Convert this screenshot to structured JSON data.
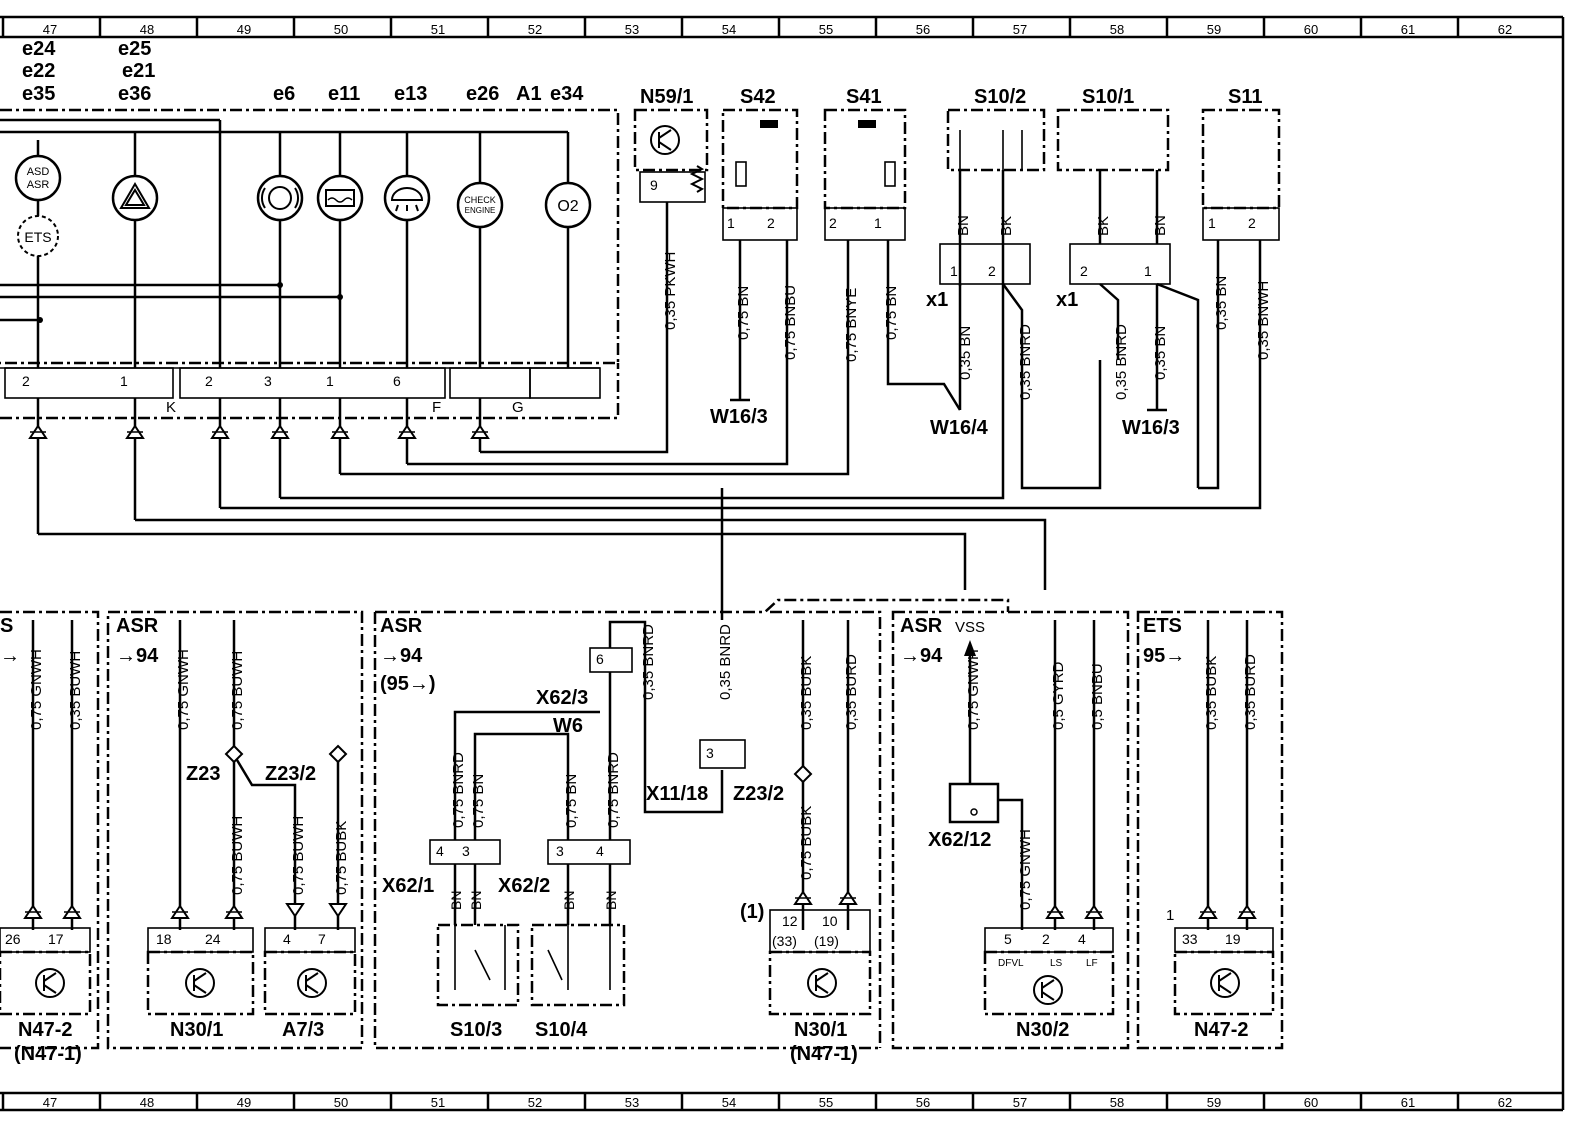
{
  "ruler": {
    "top": [
      "47",
      "48",
      "49",
      "50",
      "51",
      "52",
      "53",
      "54",
      "55",
      "56",
      "57",
      "58",
      "59",
      "60",
      "61",
      "62"
    ],
    "bottom": [
      "47",
      "48",
      "49",
      "50",
      "51",
      "52",
      "53",
      "54",
      "55",
      "56",
      "57",
      "58",
      "59",
      "60",
      "61",
      "62"
    ]
  },
  "cluster": {
    "refs": {
      "e24": "e24",
      "e22": "e22",
      "e35": "e35",
      "e25": "e25",
      "e21": "e21",
      "e36": "e36",
      "e6": "e6",
      "e11": "e11",
      "e13": "e13",
      "e26": "e26",
      "A1": "A1",
      "e34": "e34"
    },
    "lamps": {
      "asd_asr_top": "ASD",
      "asd_asr_bot": "ASR",
      "ets": "ETS",
      "check_top": "CHECK",
      "check_bot": "ENGINE",
      "o2": "O2"
    },
    "pins": [
      "2",
      "1",
      "2",
      "3",
      "1",
      "6"
    ],
    "connector_letters": {
      "k": "K",
      "f": "F",
      "g": "G"
    }
  },
  "components": {
    "n59_1": "N59/1",
    "s42": "S42",
    "s41": "S41",
    "s10_2": "S10/2",
    "s10_1": "S10/1",
    "s11": "S11",
    "w16_3a": "W16/3",
    "w16_4": "W16/4",
    "w16_3b": "W16/3",
    "x1a": "x1",
    "x1b": "x1",
    "n59_pin": "9",
    "s42_p1": "1",
    "s42_p2": "2",
    "s41_p2": "2",
    "s41_p1": "1",
    "x1a_p1": "1",
    "x1a_p2": "2",
    "x1b_p2": "2",
    "x1b_p1": "1",
    "s11_p1": "1",
    "s11_p2": "2"
  },
  "wires_top": {
    "n59": "0,35 PKWH",
    "s42_1": "0,75 BN",
    "s42_2": "0,75 BNBU",
    "s41_2": "0,75 BNYE",
    "s41_1": "0,75 BN",
    "s10_2_bn": "BN",
    "s10_2_bk": "BK",
    "s10_1_bk": "BK",
    "s10_1_bn": "BN",
    "w16_4_bn": "0,35 BN",
    "x1a_bnrd": "0,35 BNRD",
    "x1b_bnrd": "0,35 BNRD",
    "x1b_bn": "0,35 BN",
    "s11_bn": "0,35 BN",
    "s11_bnwh": "0,35 BNWH"
  },
  "lower": {
    "box1": {
      "hdr": "S",
      "arrow": "→",
      "w1": "0,75 GNWH",
      "w2": "0,35 BUWH",
      "p1": "26",
      "p2": "17",
      "name": "N47-2",
      "name2": "(N47-1)"
    },
    "box2": {
      "hdr": "ASR",
      "ref": "→94",
      "w1": "0,75 GNWH",
      "w2": "0,75 BUWH",
      "z23": "Z23",
      "z23_2": "Z23/2",
      "w3": "0,75 BUWH",
      "w4": "0,75 BUWH",
      "w5": "0,75 BUBK",
      "p1": "18",
      "p2": "24",
      "p3": "4",
      "p4": "7",
      "name1": "N30/1",
      "name2": "A7/3"
    },
    "box3": {
      "hdr": "ASR",
      "ref": "→94",
      "ref2": "(95→)",
      "x62_3": "X62/3",
      "w6": "W6",
      "x11_18": "X11/18",
      "z23_2": "Z23/2",
      "x62_3_pin": "6",
      "x62_3_w": "0,35 BNRD",
      "x11_w": "0,35 BNRD",
      "x11_pin": "3",
      "wa": "0,75 BNRD",
      "wb": "0,75 BN",
      "wc": "0,75 BN",
      "wd": "0,75 BNRD",
      "x62_1": "X62/1",
      "x62_2": "X62/2",
      "pa4": "4",
      "pa3": "3",
      "pb3": "3",
      "pb4": "4",
      "bn1": "BN",
      "bn2": "BN",
      "bn3": "BN",
      "bn4": "BN",
      "s10_3": "S10/3",
      "s10_4": "S10/4",
      "w_bubk": "0,35 BUBK",
      "w_burd": "0,35 BURD",
      "w_bubk2": "0,75 BUBK",
      "note": "(1)",
      "p12": "12",
      "p33": "(33)",
      "p10": "10",
      "p19": "(19)",
      "n30_1": "N30/1",
      "n47_1": "(N47-1)"
    },
    "box4": {
      "hdr": "ASR",
      "vss": "VSS",
      "ref": "→94",
      "w_gnwh": "0,75 GNWH",
      "x62_12": "X62/12",
      "w_gnwh2": "0,75 GNWH",
      "w_gyrd": "0,5 GYRD",
      "w_bnbu": "0,5 BNBU",
      "p5": "5",
      "p2": "2",
      "p4": "4",
      "dfvl": "DFVL",
      "ls": "LS",
      "lf": "LF",
      "name": "N30/2"
    },
    "box5": {
      "hdr": "ETS",
      "ref": "95→",
      "w1": "0,35 BUBK",
      "w2": "0,35 BURD",
      "note": "1",
      "p1": "33",
      "p2": "19",
      "name": "N47-2"
    }
  }
}
